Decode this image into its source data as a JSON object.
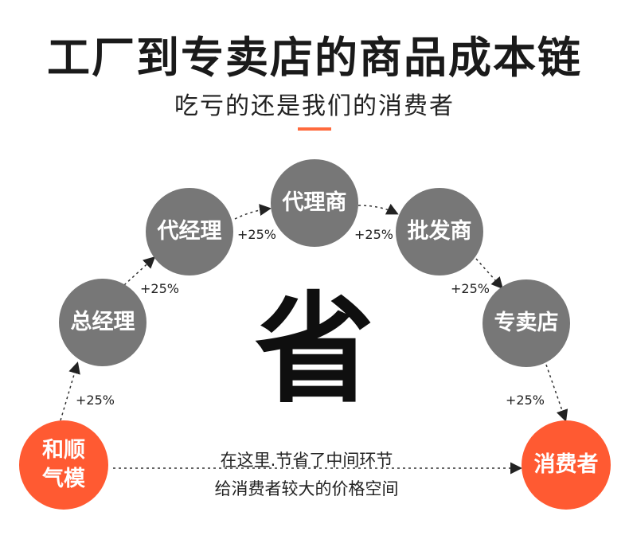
{
  "title": "工厂到专卖店的商品成本链",
  "subtitle": "吃亏的还是我们的消费者",
  "center_char": "省",
  "nodes": {
    "factory": "和顺\n气模",
    "general_manager": "总经理",
    "agent_manager": "代经理",
    "agent": "代理商",
    "wholesaler": "批发商",
    "store": "专卖店",
    "consumer": "消费者"
  },
  "markups": {
    "m1": "+25%",
    "m2": "+25%",
    "m3": "+25%",
    "m4": "+25%",
    "m5": "+25%",
    "m6": "+25%"
  },
  "note": {
    "line1": "在这里.节省了中间环节",
    "line2": "给消费者较大的价格空间"
  },
  "colors": {
    "gray_node": "#777777",
    "orange_node": "#ff5a32",
    "accent": "#ff6a3d"
  }
}
